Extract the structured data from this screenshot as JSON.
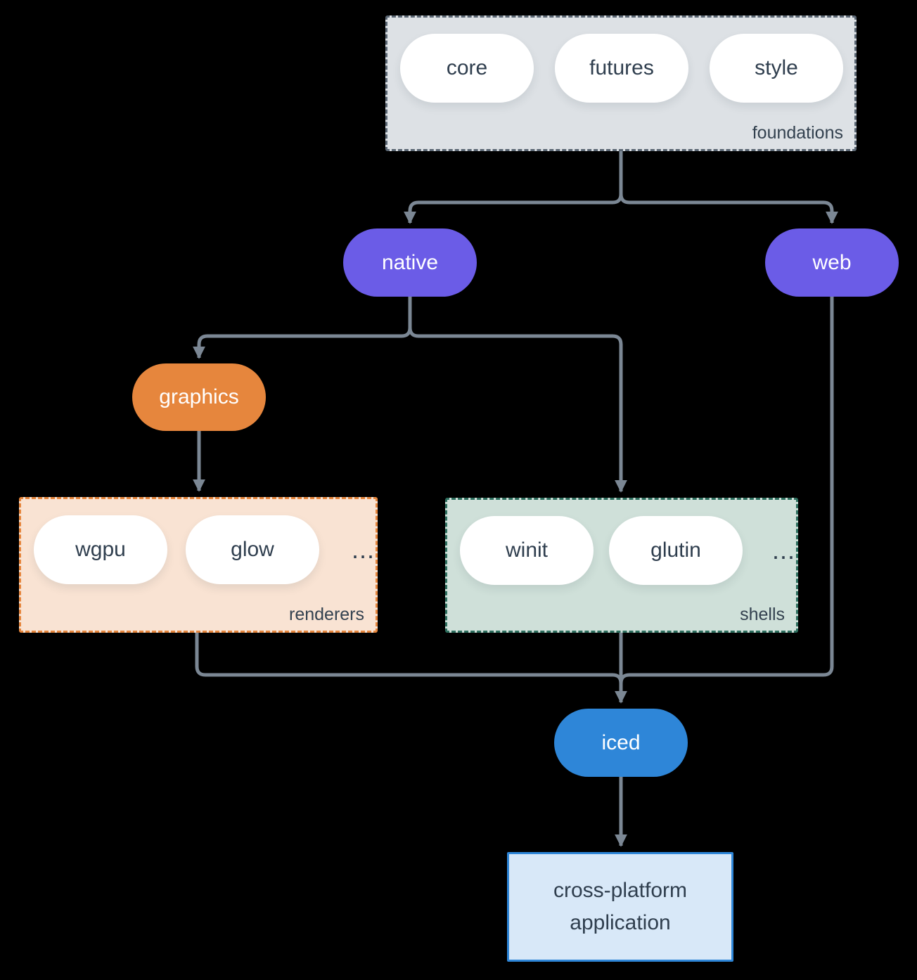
{
  "groups": {
    "foundations": {
      "label": "foundations",
      "pills": [
        "core",
        "futures",
        "style"
      ]
    },
    "renderers": {
      "label": "renderers",
      "pills": [
        "wgpu",
        "glow"
      ],
      "ellipsis": "..."
    },
    "shells": {
      "label": "shells",
      "pills": [
        "winit",
        "glutin"
      ],
      "ellipsis": "..."
    }
  },
  "nodes": {
    "native": "native",
    "web": "web",
    "graphics": "graphics",
    "iced": "iced",
    "application": "cross-platform application"
  },
  "colors": {
    "background": "#000000",
    "line": "#7b8794",
    "purple": "#6b5ce7",
    "orange": "#e6863d",
    "blue": "#2e86d8",
    "foundations_fill": "#dde1e5",
    "foundations_border": "#5a6673",
    "renderers_fill": "#f9e3d3",
    "renderers_border": "#e6863d",
    "shells_fill": "#cfe0d9",
    "shells_border": "#2d6e5e",
    "app_fill": "#d8e8f8",
    "app_border": "#2e86d8",
    "pill_fill": "#ffffff",
    "pill_text": "#2f3e4e",
    "label_text": "#33414f"
  }
}
